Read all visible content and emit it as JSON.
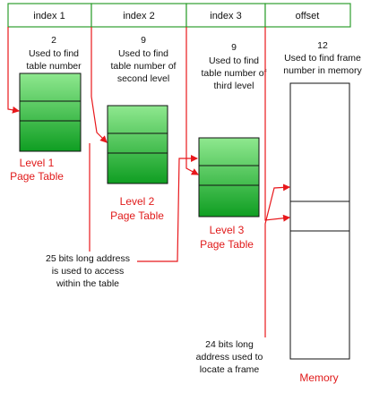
{
  "diagram": {
    "header_fields": [
      {
        "label": "index 1"
      },
      {
        "label": "index 2"
      },
      {
        "label": "index 3"
      },
      {
        "label": "offset"
      }
    ],
    "bit_counts": [
      "2",
      "9",
      "9",
      "12"
    ],
    "descriptions": [
      [
        "Used to find",
        "table number"
      ],
      [
        "Used to find",
        "table number of",
        "second level"
      ],
      [
        "Used to find",
        "table number of",
        "third level"
      ],
      [
        "Used to find frame",
        "number in memory"
      ]
    ],
    "tables": [
      {
        "caption": [
          "Level 1",
          "Page Table"
        ]
      },
      {
        "caption": [
          "Level 2",
          "Page Table"
        ]
      },
      {
        "caption": [
          "Level 3",
          "Page Table"
        ]
      }
    ],
    "memory_label": "Memory",
    "notes": {
      "table_address": [
        "25 bits long address",
        "is used to access",
        "within the table"
      ],
      "frame_address": [
        "24 bits long",
        "address used to",
        "locate a frame"
      ]
    },
    "colors": {
      "header_border": "#2e9e2e",
      "arrow": "#e8181c",
      "caption": "#e01a1a",
      "table_gradient_top": "#8fe88f",
      "table_gradient_bottom": "#0f9e22"
    }
  }
}
